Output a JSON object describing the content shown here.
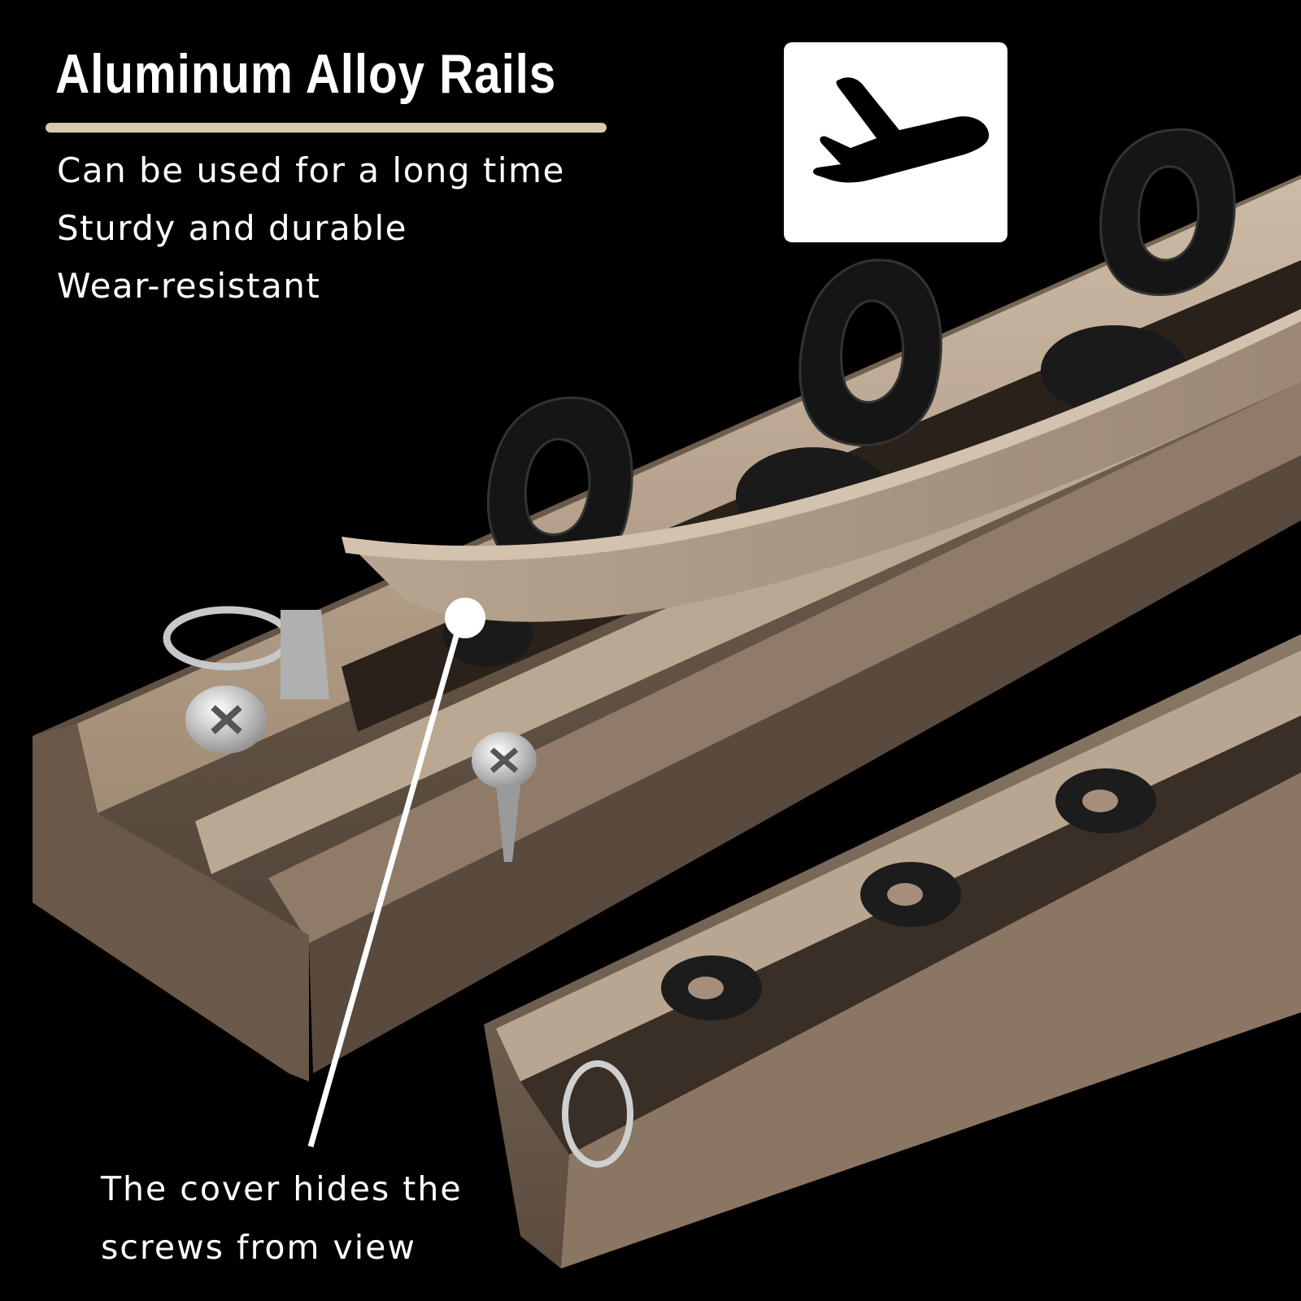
{
  "headline": "Aluminum Alloy Rails",
  "features": [
    "Can be used for a long time",
    "Sturdy and durable",
    "Wear-resistant"
  ],
  "badge": {
    "icon": "airplane-icon"
  },
  "callout": {
    "line1": "The cover hides the",
    "line2": "screws from view"
  },
  "colors": {
    "background": "#000000",
    "rail": "#a89480",
    "accent_line": "#d9c9ad"
  }
}
